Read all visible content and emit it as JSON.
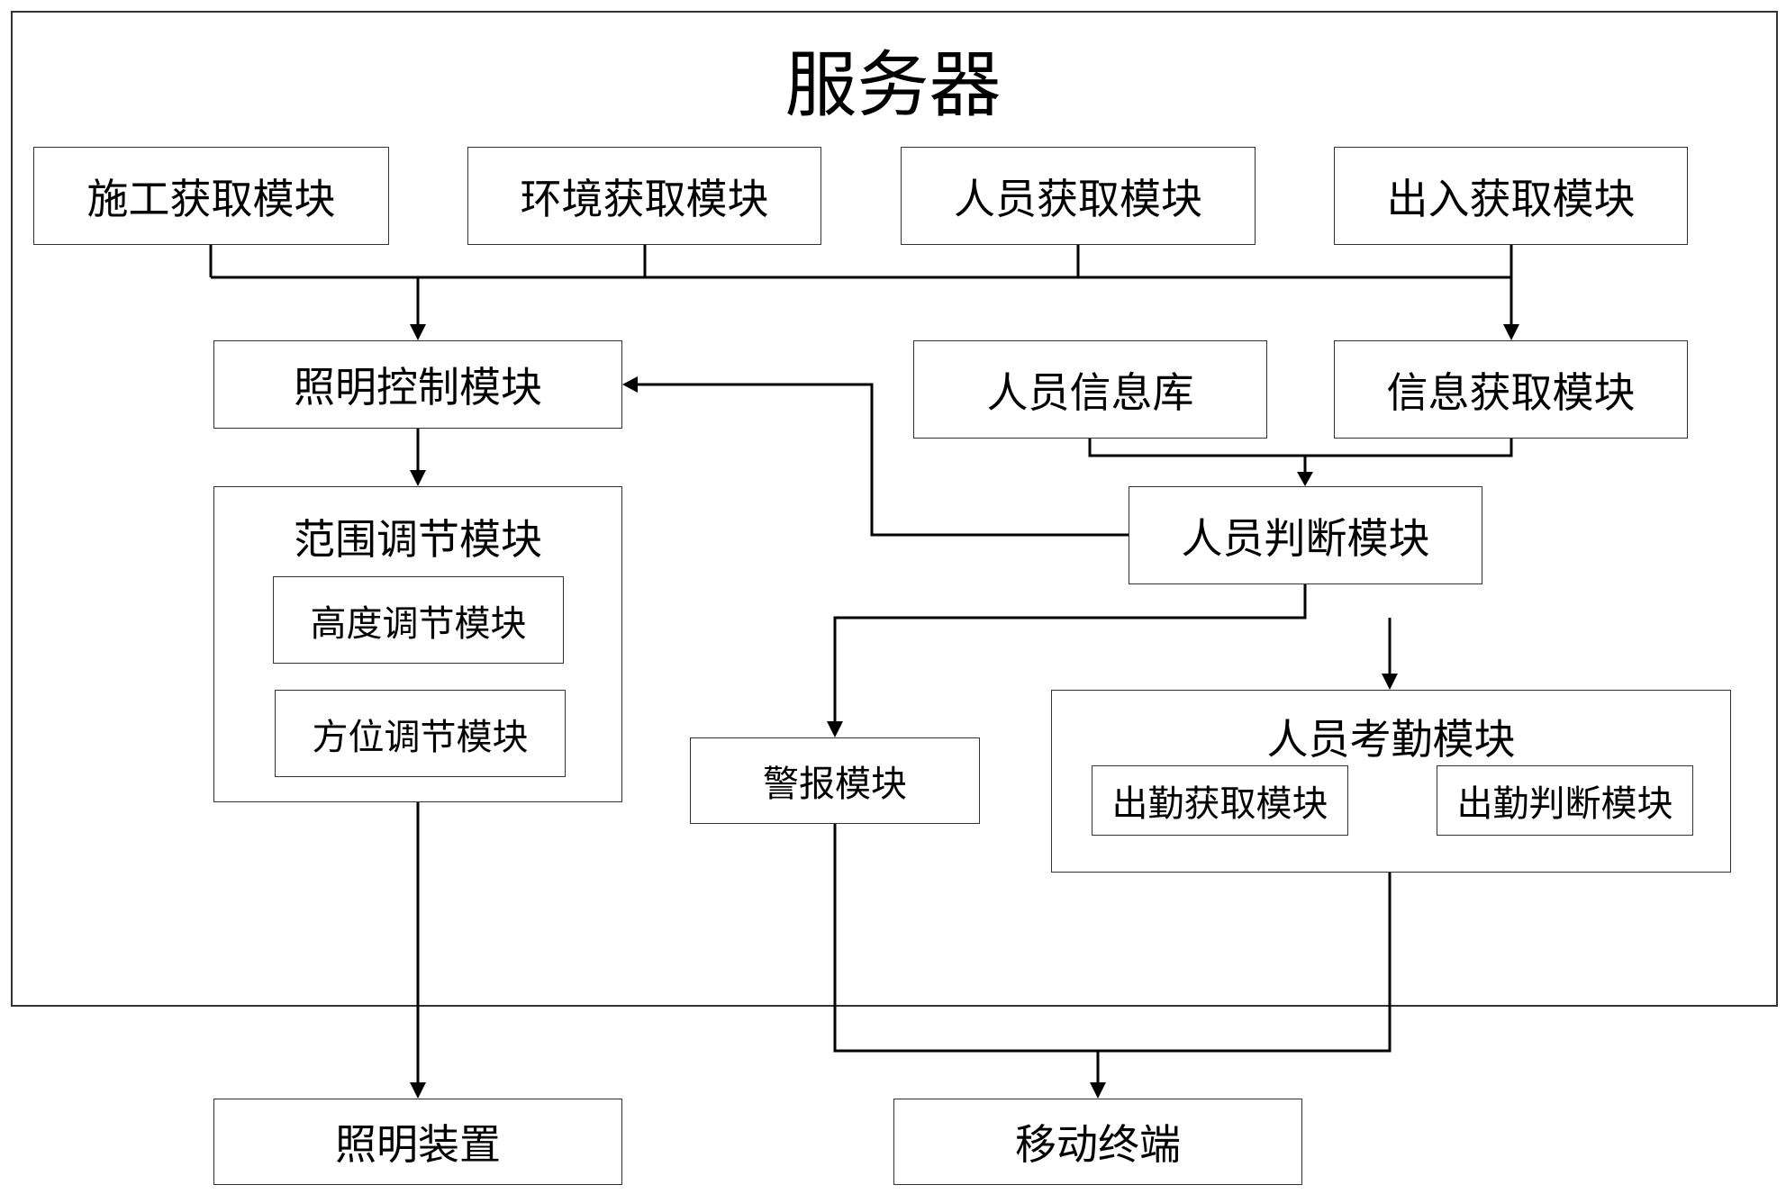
{
  "title": "服务器",
  "acquisition": {
    "construction": "施工获取模块",
    "environment": "环境获取模块",
    "personnel": "人员获取模块",
    "entry_exit": "出入获取模块"
  },
  "lighting_control": "照明控制模块",
  "personnel_database": "人员信息库",
  "info_acquisition": "信息获取模块",
  "range_adjust": {
    "label": "范围调节模块",
    "height": "高度调节模块",
    "direction": "方位调节模块"
  },
  "personnel_judgment": "人员判断模块",
  "alarm": "警报模块",
  "attendance": {
    "label": "人员考勤模块",
    "acquire": "出勤获取模块",
    "judge": "出勤判断模块"
  },
  "lighting_device": "照明装置",
  "mobile_terminal": "移动终端"
}
